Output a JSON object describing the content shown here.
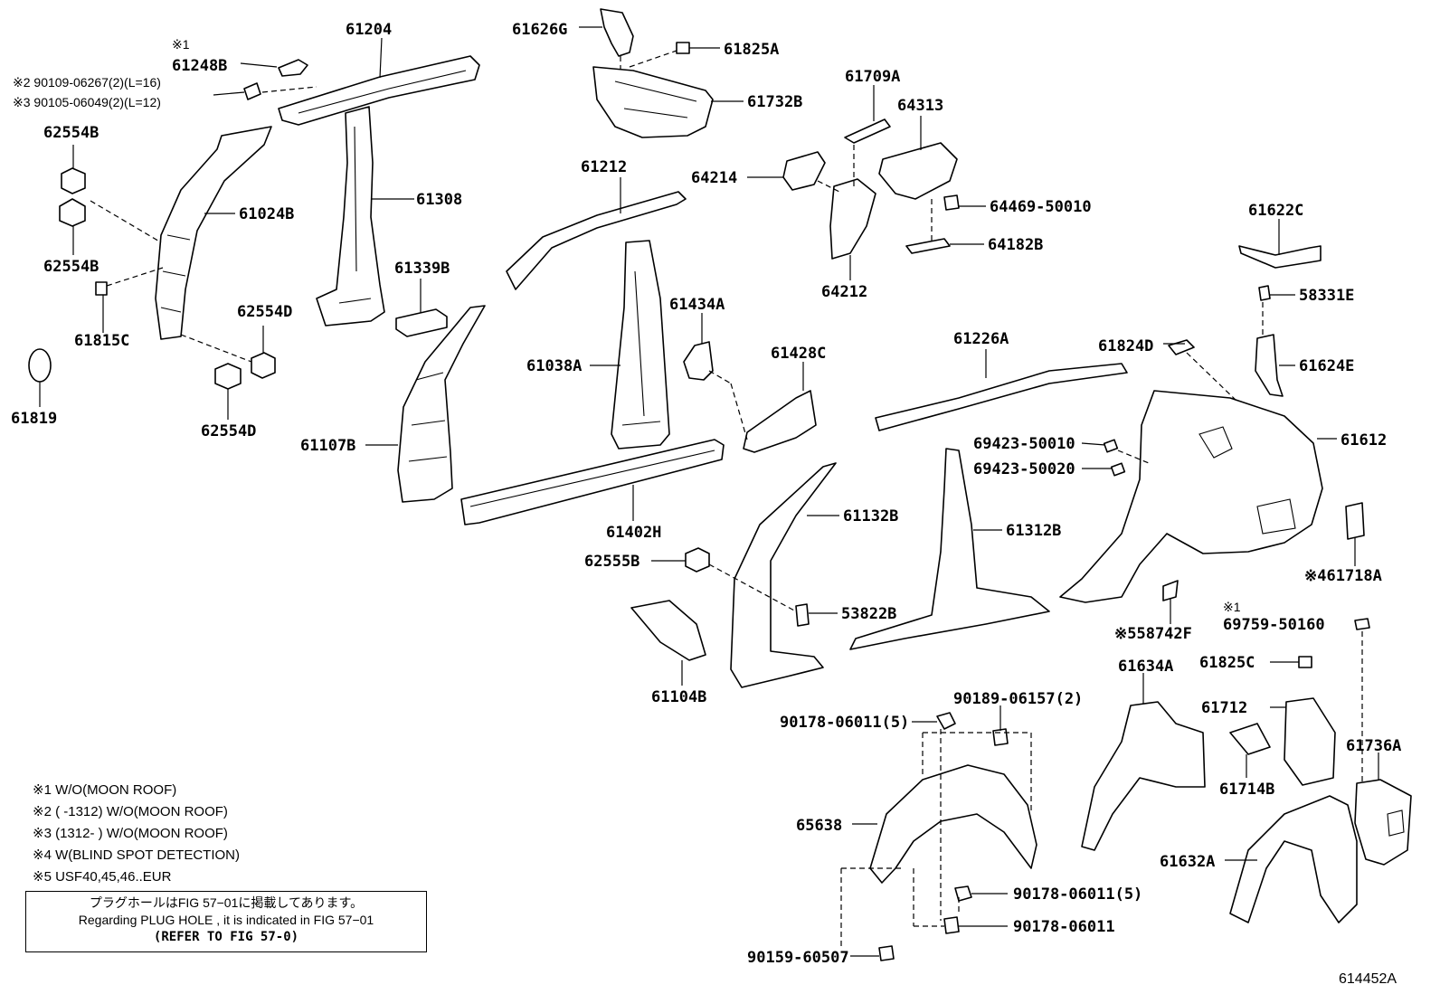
{
  "labels": {
    "p61204": "61204",
    "p61248B": "61248B",
    "m61248B": "※1",
    "b1": "※2 90109-06267(2)(L=16)",
    "b2": "※3 90105-06049(2)(L=12)",
    "p62554B_1": "62554B",
    "p62554B_2": "62554B",
    "p61024B": "61024B",
    "p61815C": "61815C",
    "p61819": "61819",
    "p62554D_1": "62554D",
    "p62554D_2": "62554D",
    "p61308": "61308",
    "p61339B": "61339B",
    "p61107B": "61107B",
    "p61626G": "61626G",
    "p61825A": "61825A",
    "p61732B": "61732B",
    "p61212": "61212",
    "p61038A": "61038A",
    "p61434A": "61434A",
    "p61428C": "61428C",
    "p61402H": "61402H",
    "p61709A": "61709A",
    "p64313": "64313",
    "p64214": "64214",
    "p64469": "64469-50010",
    "p64182B": "64182B",
    "p64212": "64212",
    "p61622C": "61622C",
    "p58331E": "58331E",
    "p61624E": "61624E",
    "p61824D": "61824D",
    "p61226A": "61226A",
    "p69423a": "69423-50010",
    "p69423b": "69423-50020",
    "p61612": "61612",
    "p61312B": "61312B",
    "p61132B": "61132B",
    "p62555B": "62555B",
    "p53822B": "53822B",
    "p61104B": "61104B",
    "p61718A": "※461718A",
    "p58742F": "※558742F",
    "m69759": "※1",
    "p69759": "69759-50160",
    "p61634A": "61634A",
    "p61825C": "61825C",
    "p61712": "61712",
    "p61714B": "61714B",
    "p61736A": "61736A",
    "p61632A": "61632A",
    "p90189": "90189-06157(2)",
    "p90178a": "90178-06011(5)",
    "p65638": "65638",
    "p90178b": "90178-06011(5)",
    "p90178c": "90178-06011",
    "p90159": "90159-60507"
  },
  "notes": [
    "※1 W/O(MOON ROOF)",
    "※2 (        -1312) W/O(MOON ROOF)",
    "※3 (1312-        ) W/O(MOON ROOF)",
    "※4 W(BLIND SPOT DETECTION)",
    "※5 USF40,45,46..EUR"
  ],
  "notebox": {
    "line1": "プラグホールはFIG 57−01に掲載してあります。",
    "line2": "Regarding  PLUG  HOLE , it is indicated in FIG  57−01",
    "line3": "(REFER TO FIG 57-0)"
  },
  "figure_number": "614452A"
}
